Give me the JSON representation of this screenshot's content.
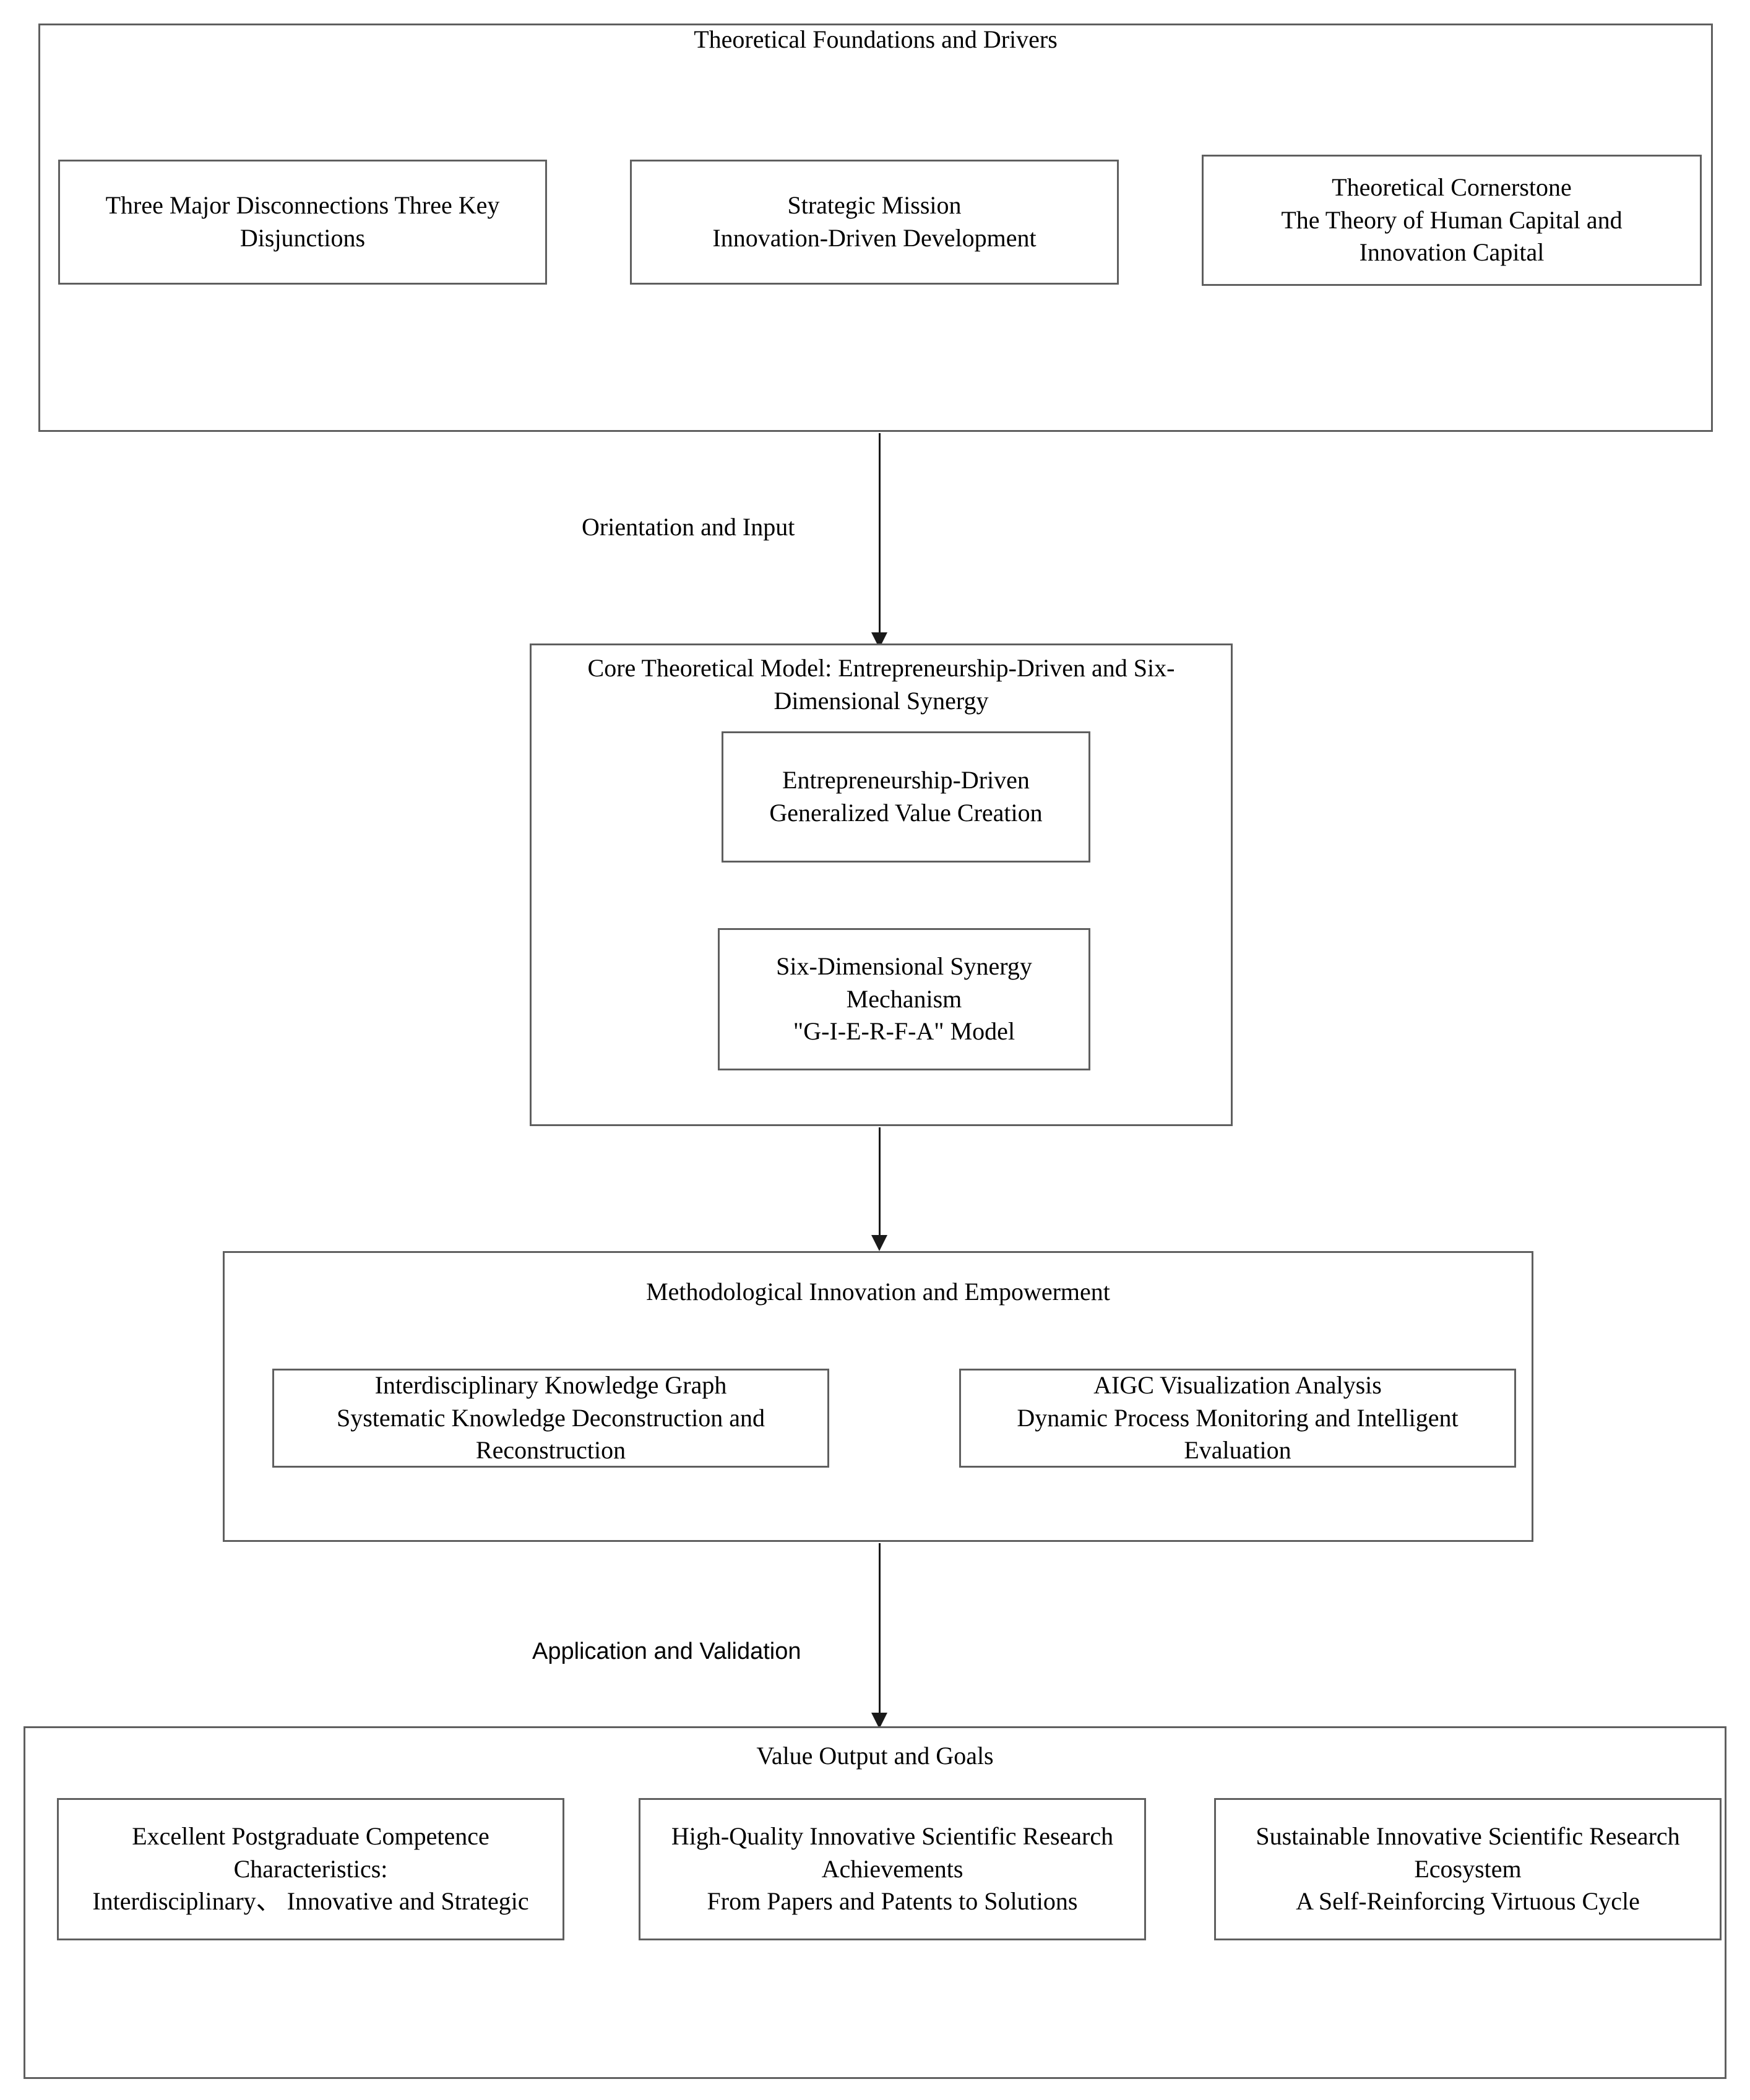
{
  "diagram": {
    "sections": [
      {
        "id": "foundations",
        "title": "Theoretical Foundations and Drivers",
        "nodes": [
          {
            "id": "disconnections",
            "text": "Three Major Disconnections Three Key\nDisjunctions"
          },
          {
            "id": "strategic-mission",
            "text": "Strategic Mission\nInnovation-Driven Development"
          },
          {
            "id": "theoretical-cornerstone",
            "text": "Theoretical Cornerstone\nThe Theory of Human Capital and\nInnovation Capital"
          }
        ]
      },
      {
        "id": "core-model",
        "title": "Core Theoretical Model: Entrepreneurship-Driven and Six-Dimensional Synergy",
        "nodes": [
          {
            "id": "entrepreneurship-driven",
            "text": "Entrepreneurship-Driven\nGeneralized Value Creation"
          },
          {
            "id": "six-dimensional-synergy",
            "text": "Six-Dimensional Synergy\nMechanism\n\"G-I-E-R-F-A\" Model"
          }
        ]
      },
      {
        "id": "methodology",
        "title": "Methodological Innovation and Empowerment",
        "nodes": [
          {
            "id": "knowledge-graph",
            "text": "Interdisciplinary Knowledge Graph\nSystematic Knowledge Deconstruction and\nReconstruction"
          },
          {
            "id": "aigc-visualization",
            "text": "AIGC Visualization Analysis\nDynamic Process Monitoring and Intelligent\nEvaluation"
          }
        ]
      },
      {
        "id": "value-output",
        "title": "Value Output and Goals",
        "nodes": [
          {
            "id": "postgraduate-competence",
            "text": "Excellent Postgraduate Competence\nCharacteristics:\nInterdisciplinary、 Innovative and Strategic"
          },
          {
            "id": "research-achievements",
            "text": "High-Quality Innovative Scientific Research\nAchievements\nFrom Papers and Patents to Solutions"
          },
          {
            "id": "research-ecosystem",
            "text": "Sustainable Innovative Scientific Research\nEcosystem\nA Self-Reinforcing Virtuous Cycle"
          }
        ]
      }
    ],
    "edges": [
      {
        "id": "foundations-to-core",
        "label": "Orientation and Input"
      },
      {
        "id": "core-to-methodology",
        "label": ""
      },
      {
        "id": "methodology-to-value",
        "label": "Application and Validation"
      }
    ],
    "colors": {
      "border": "#5f5f5f",
      "arrow": "#1a1a1a",
      "text": "#000000",
      "background": "#ffffff"
    }
  }
}
